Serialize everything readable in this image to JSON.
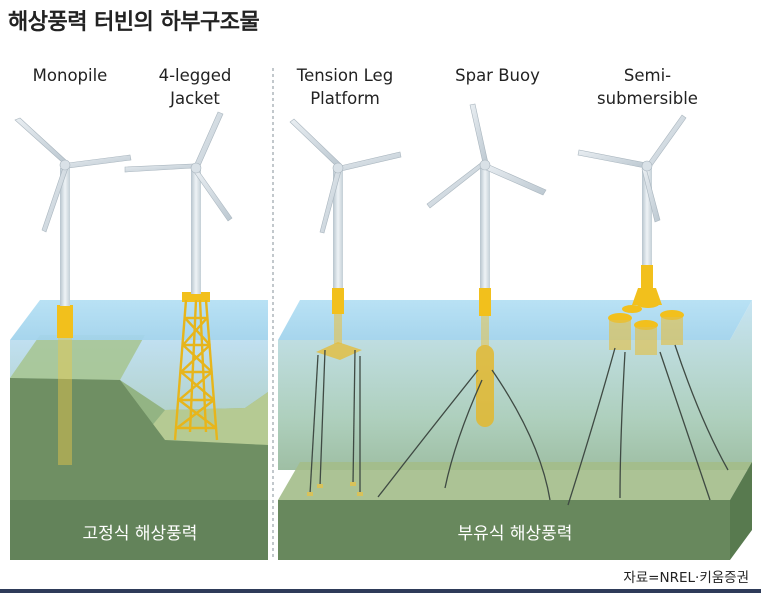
{
  "title": "해상풍력 터빈의 하부구조물",
  "structures": [
    {
      "label_line1": "Monopile",
      "label_line2": ""
    },
    {
      "label_line1": "4-legged",
      "label_line2": "Jacket"
    },
    {
      "label_line1": "Tension Leg",
      "label_line2": "Platform"
    },
    {
      "label_line1": "Spar Buoy",
      "label_line2": ""
    },
    {
      "label_line1": "Semi-",
      "label_line2": "submersible"
    }
  ],
  "categories": {
    "fixed": "고정식 해상풍력",
    "floating": "부유식 해상풍력"
  },
  "source": "자료=NREL·키움증권",
  "colors": {
    "sea": "#a8d8ef",
    "ground": "#6e8f62",
    "foundation": "#f2c01c",
    "tower": "#d3dde4"
  }
}
